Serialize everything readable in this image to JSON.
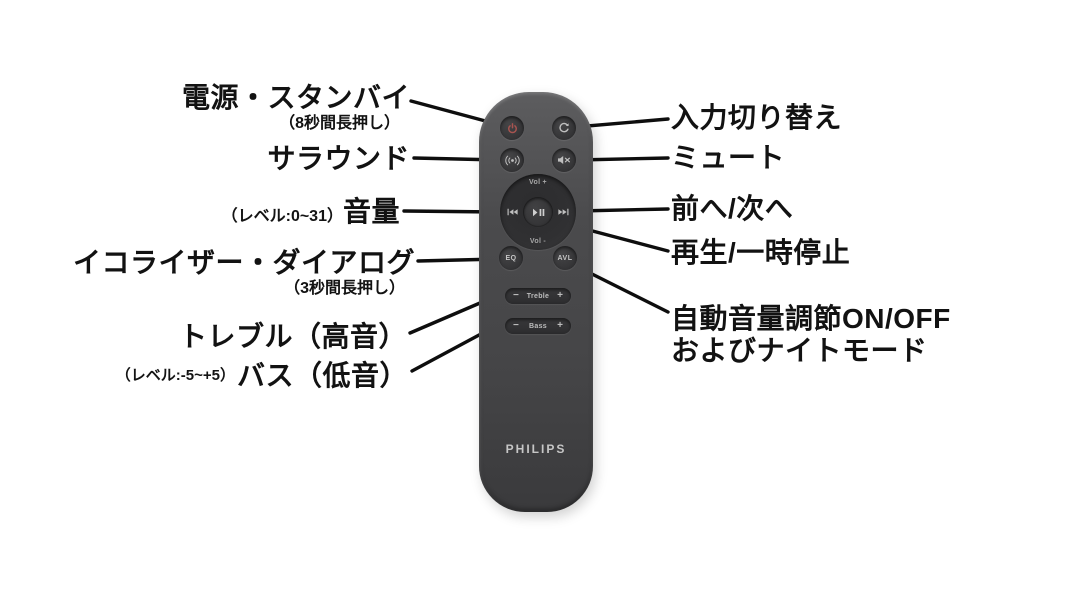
{
  "figure": {
    "type": "remote-control-annotated-diagram",
    "background_color": "#ffffff",
    "line_color": "#0e0e0e"
  },
  "remote": {
    "brand": "PHILIPS",
    "body_color": "#47474a",
    "pad": {
      "vol_plus": "Vol +",
      "vol_minus": "Vol -"
    },
    "buttons": {
      "power_icon": "power-icon",
      "input_icon": "input-cycle-icon",
      "surround_icon": "surround-icon",
      "mute_icon": "mute-icon",
      "previous_icon": "previous-icon",
      "play_pause_icon": "play-pause-icon",
      "next_icon": "next-icon",
      "eq": "EQ",
      "avl": "AVL"
    },
    "rockers": {
      "treble": {
        "minus": "−",
        "label": "Treble",
        "plus": "+"
      },
      "bass": {
        "minus": "−",
        "label": "Bass",
        "plus": "+"
      }
    }
  },
  "labels": {
    "left": [
      {
        "main": "電源・スタンバイ",
        "sub": "（8秒間長押し）"
      },
      {
        "main": "サラウンド"
      },
      {
        "prefix": "（レベル:0~31）",
        "main": "音量"
      },
      {
        "main": "イコライザー・ダイアログ",
        "sub": "（3秒間長押し）"
      },
      {
        "main": "トレブル（高音）"
      },
      {
        "prefix": "（レベル:-5~+5）",
        "main": "バス（低音）"
      }
    ],
    "right": [
      {
        "main": "入力切り替え"
      },
      {
        "main": "ミュート"
      },
      {
        "main": "前へ/次へ"
      },
      {
        "main": "再生/一時停止"
      },
      {
        "main": "自動音量調節ON/OFF",
        "sub": "およびナイトモード"
      }
    ]
  }
}
